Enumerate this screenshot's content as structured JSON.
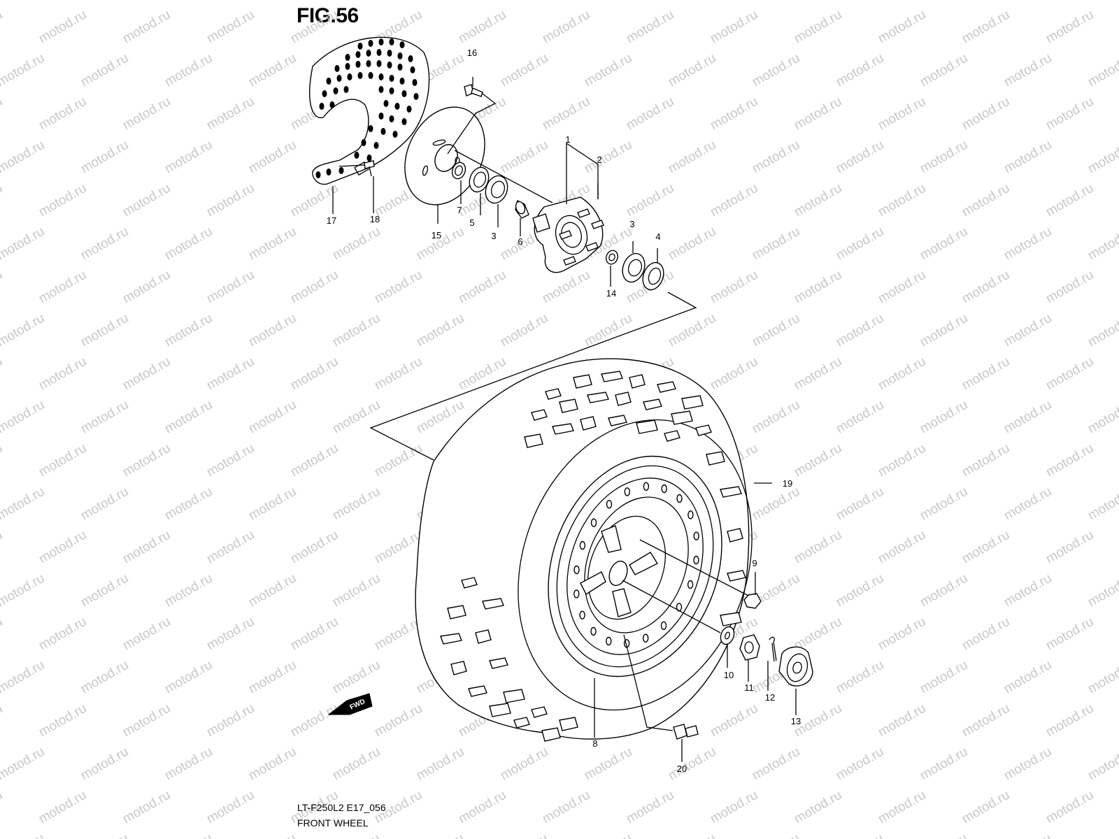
{
  "figure": {
    "title": "FIG.56",
    "code": "LT-F250L2 E17_056",
    "name": "FRONT WHEEL"
  },
  "watermark": "motod.ru",
  "direction_badge": "FWD",
  "callouts": [
    "1",
    "2",
    "3",
    "3",
    "4",
    "5",
    "6",
    "7",
    "8",
    "9",
    "10",
    "11",
    "12",
    "13",
    "14",
    "15",
    "16",
    "17",
    "18",
    "19",
    "20"
  ],
  "colors": {
    "line": "#000000",
    "watermark": "#c8c8c8",
    "background": "#ffffff"
  }
}
